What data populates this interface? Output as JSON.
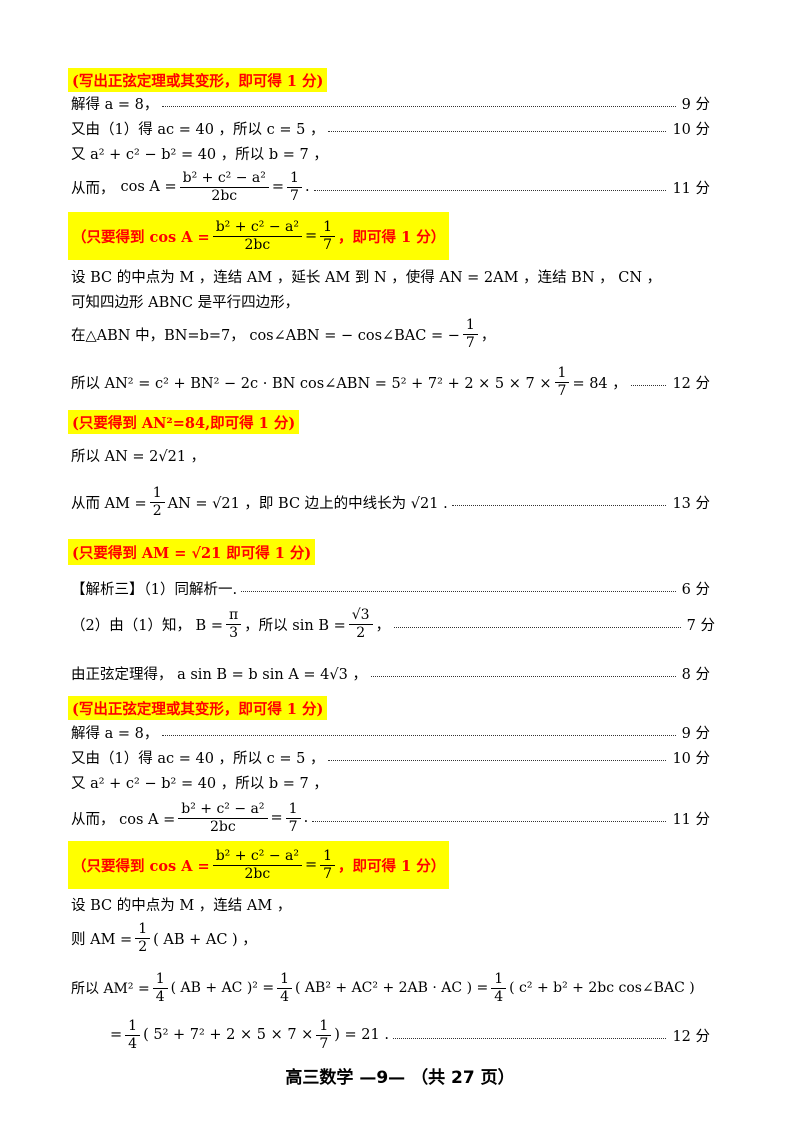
{
  "rows": {
    "r1": {
      "text": "(写出正弦定理或其变形，即可得 1 分)"
    },
    "r2": {
      "text": "解得 a = 8，",
      "score": "9 分"
    },
    "r3": {
      "text": "又由（1）得 ac = 40 ，所以 c = 5 ，",
      "score": "10 分"
    },
    "r4": {
      "text": "又 a² + c² − b² = 40 ，所以 b = 7 ，"
    },
    "r5": {
      "prefix": "从而，",
      "lhs": "cos A =",
      "num": "b² + c² − a²",
      "den": "2bc",
      "eq": "=",
      "num2": "1",
      "den2": "7",
      "suffix": ".",
      "score": "11 分"
    },
    "r6": {
      "prefix": "（只要得到 cos A =",
      "num": "b² + c² − a²",
      "den": "2bc",
      "eq": "=",
      "num2": "1",
      "den2": "7",
      "suffix": "，即可得 1 分）"
    },
    "r7": {
      "text": "设 BC 的中点为 M ，连结 AM ，延长 AM 到 N ，使得 AN = 2AM ，连结 BN ， CN ，"
    },
    "r8": {
      "text": "可知四边形 ABNC 是平行四边形，"
    },
    "r9": {
      "prefix": "在△ABN 中，BN=b=7， cos∠ABN = − cos∠BAC = −",
      "num": "1",
      "den": "7",
      "suffix": "，"
    },
    "r10": {
      "prefix": "所以 AN² = c² + BN² − 2c · BN cos∠ABN = 5² + 7² + 2 × 5 × 7 ×",
      "num": "1",
      "den": "7",
      "suffix": "= 84 ，",
      "score": "12 分"
    },
    "r11": {
      "text": "(只要得到 AN²=84,即可得 1 分)"
    },
    "r12": {
      "text": "所以 AN = 2√21 ，"
    },
    "r13": {
      "prefix": "从而 AM =",
      "num": "1",
      "den": "2",
      "mid": "AN = √21 ，即 BC 边上的中线长为 √21 .",
      "score": "13 分"
    },
    "r14": {
      "text": "(只要得到 AM = √21 即可得 1 分)"
    },
    "r15": {
      "text": "【解析三】（1）同解析一.",
      "score": "6 分"
    },
    "r16": {
      "prefix": "（2）由（1）知， B =",
      "num": "π",
      "den": "3",
      "mid": "，所以 sin B =",
      "num2": "√3",
      "den2": "2",
      "suffix": "，",
      "score": "7 分"
    },
    "r17": {
      "text": "由正弦定理得， a sin B = b sin A = 4√3 ，",
      "score": "8 分"
    },
    "r18": {
      "text": "(写出正弦定理或其变形，即可得 1 分)"
    },
    "r19": {
      "text": "解得 a = 8，",
      "score": "9 分"
    },
    "r20": {
      "text": "又由（1）得 ac = 40 ，所以 c = 5 ，",
      "score": "10 分"
    },
    "r21": {
      "text": "又 a² + c² − b² = 40 ，所以 b = 7 ，"
    },
    "r22": {
      "prefix": "从而， cos A =",
      "num": "b² + c² − a²",
      "den": "2bc",
      "eq": "=",
      "num2": "1",
      "den2": "7",
      "suffix": ".",
      "score": "11 分"
    },
    "r23": {
      "prefix": "（只要得到 cos A =",
      "num": "b² + c² − a²",
      "den": "2bc",
      "eq": "=",
      "num2": "1",
      "den2": "7",
      "suffix": "，即可得 1 分）"
    },
    "r24": {
      "text": "设 BC 的中点为 M ，连结 AM ，"
    },
    "r25": {
      "prefix": "则 AM =",
      "num": "1",
      "den": "2",
      "suffix": "( AB + AC ) ，"
    },
    "r26": {
      "prefix": "所以 AM² =",
      "num": "1",
      "den": "4",
      "mid": "( AB + AC )² =",
      "num2": "1",
      "den2": "4",
      "mid2": "( AB² + AC² + 2AB · AC ) =",
      "num3": "1",
      "den3": "4",
      "suffix": "( c² + b² + 2bc cos∠BAC )"
    },
    "r27": {
      "prefix": "=",
      "num": "1",
      "den": "4",
      "mid": "( 5² + 7² + 2 × 5 × 7 ×",
      "num2": "1",
      "den2": "7",
      "suffix": ") = 21 .",
      "score": "12 分"
    }
  },
  "footer": {
    "text": "高三数学 —9— （共 27 页）"
  }
}
